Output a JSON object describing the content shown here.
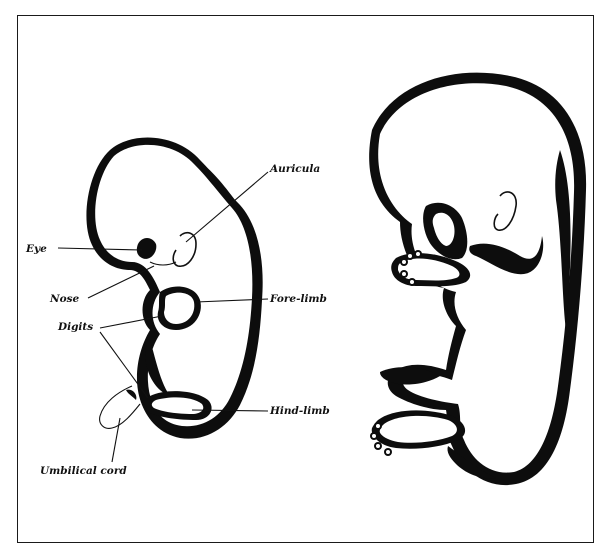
{
  "labels": {
    "auricula": "Auricula",
    "eye": "Eye",
    "nose": "Nose",
    "fore_limb": "Fore-limb",
    "digits": "Digits",
    "hind_limb": "Hind-limb",
    "umbilical_cord": "Umbilical cord"
  },
  "colors": {
    "ink": "#0d0d0d",
    "paper": "#ffffff",
    "frame": "#1a1a1a"
  }
}
